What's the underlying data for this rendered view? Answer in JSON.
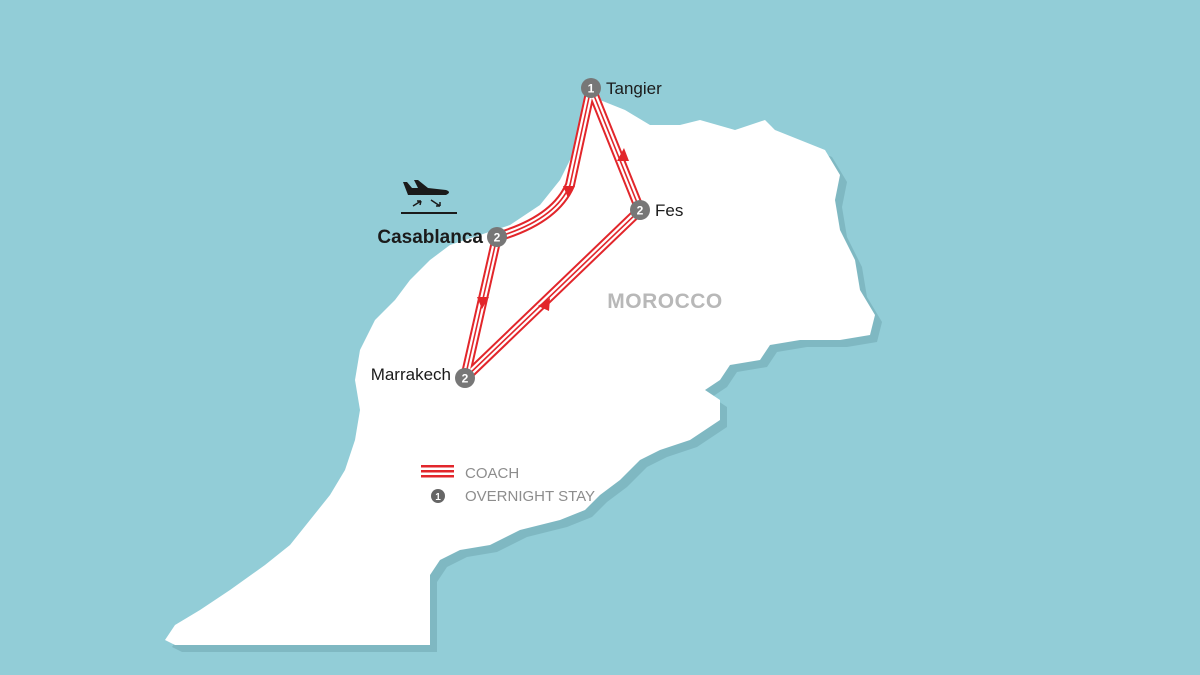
{
  "map": {
    "country": "MOROCCO",
    "cities": [
      {
        "name": "Tangier",
        "nights": "1"
      },
      {
        "name": "Casablanca",
        "nights": "2"
      },
      {
        "name": "Fes",
        "nights": "2"
      },
      {
        "name": "Marrakech",
        "nights": "2"
      }
    ],
    "route": [
      "Casablanca",
      "Marrakech",
      "Fes",
      "Tangier",
      "Casablanca"
    ],
    "arrival_icon": "plane-landing-icon"
  },
  "legend": {
    "coach": "COACH",
    "overnight_stay": "OVERNIGHT STAY",
    "overnight_example": "1"
  },
  "colors": {
    "sea": "#92cdd7",
    "land": "#ffffff",
    "route": "#e2262b",
    "marker": "#777777"
  }
}
